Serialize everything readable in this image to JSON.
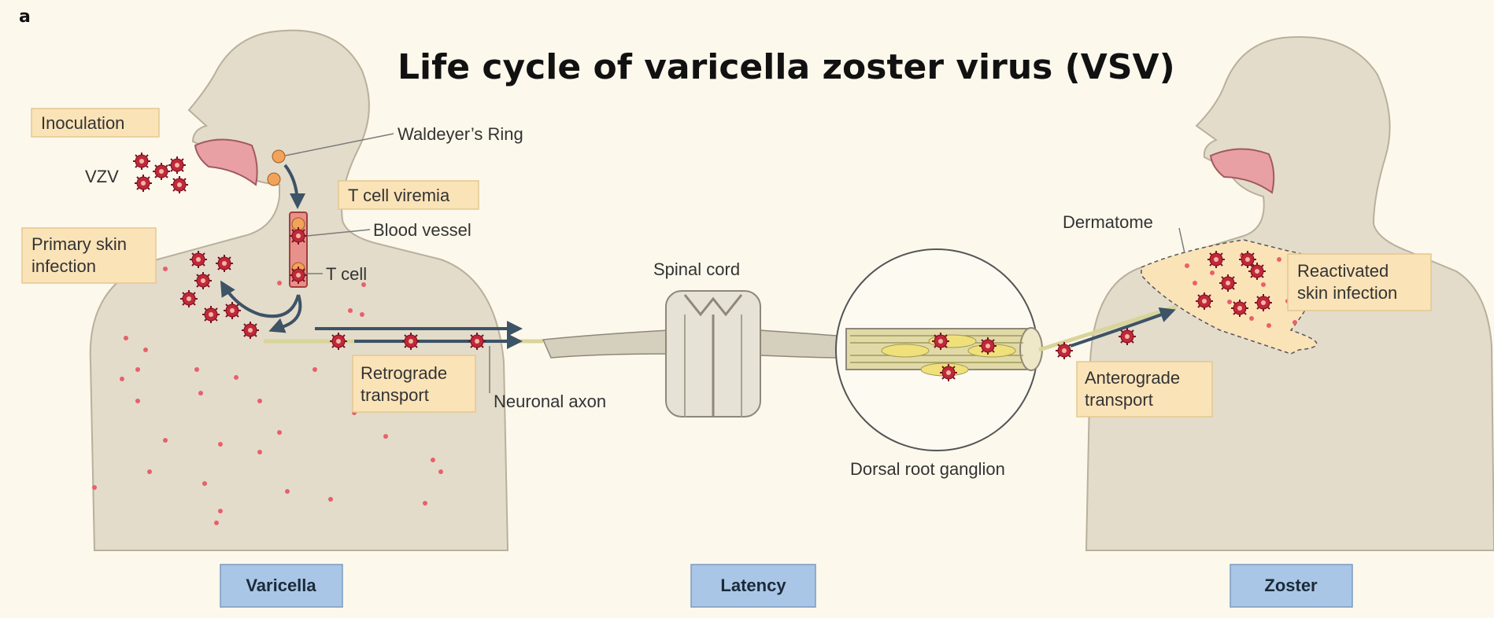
{
  "panel_letter": "a",
  "title": "Life cycle of varicella zoster virus (VSV)",
  "labels": {
    "inoculation": "Inoculation",
    "vzv": "VZV",
    "waldeyers_ring": "Waldeyer’s Ring",
    "t_cell_viremia": "T cell viremia",
    "blood_vessel": "Blood vessel",
    "t_cell": "T cell",
    "primary_skin_line1": "Primary skin",
    "primary_skin_line2": "infection",
    "retrograde_line1": "Retrograde",
    "retrograde_line2": "transport",
    "neuronal_axon": "Neuronal axon",
    "spinal_cord": "Spinal cord",
    "dorsal_root_ganglion": "Dorsal root ganglion",
    "dermatome": "Dermatome",
    "reactivated_line1": "Reactivated",
    "reactivated_line2": "skin infection",
    "anterograde_line1": "Anterograde",
    "anterograde_line2": "transport"
  },
  "stages": {
    "varicella": "Varicella",
    "latency": "Latency",
    "zoster": "Zoster"
  },
  "colors": {
    "background": "#fdf8ec",
    "skin": "#e3dccb",
    "skin_outline": "#b9b09c",
    "label_box": "#fbe3b8",
    "label_box_border": "#e3c890",
    "stage_box": "#a9c6e6",
    "stage_box_border": "#7a9cc2",
    "arrow": "#3d5366",
    "virus": "#c0283a",
    "rash_dot": "#e8606a",
    "mouth": "#e9a0a4",
    "dermatome_fill": "#fbe3b8"
  }
}
